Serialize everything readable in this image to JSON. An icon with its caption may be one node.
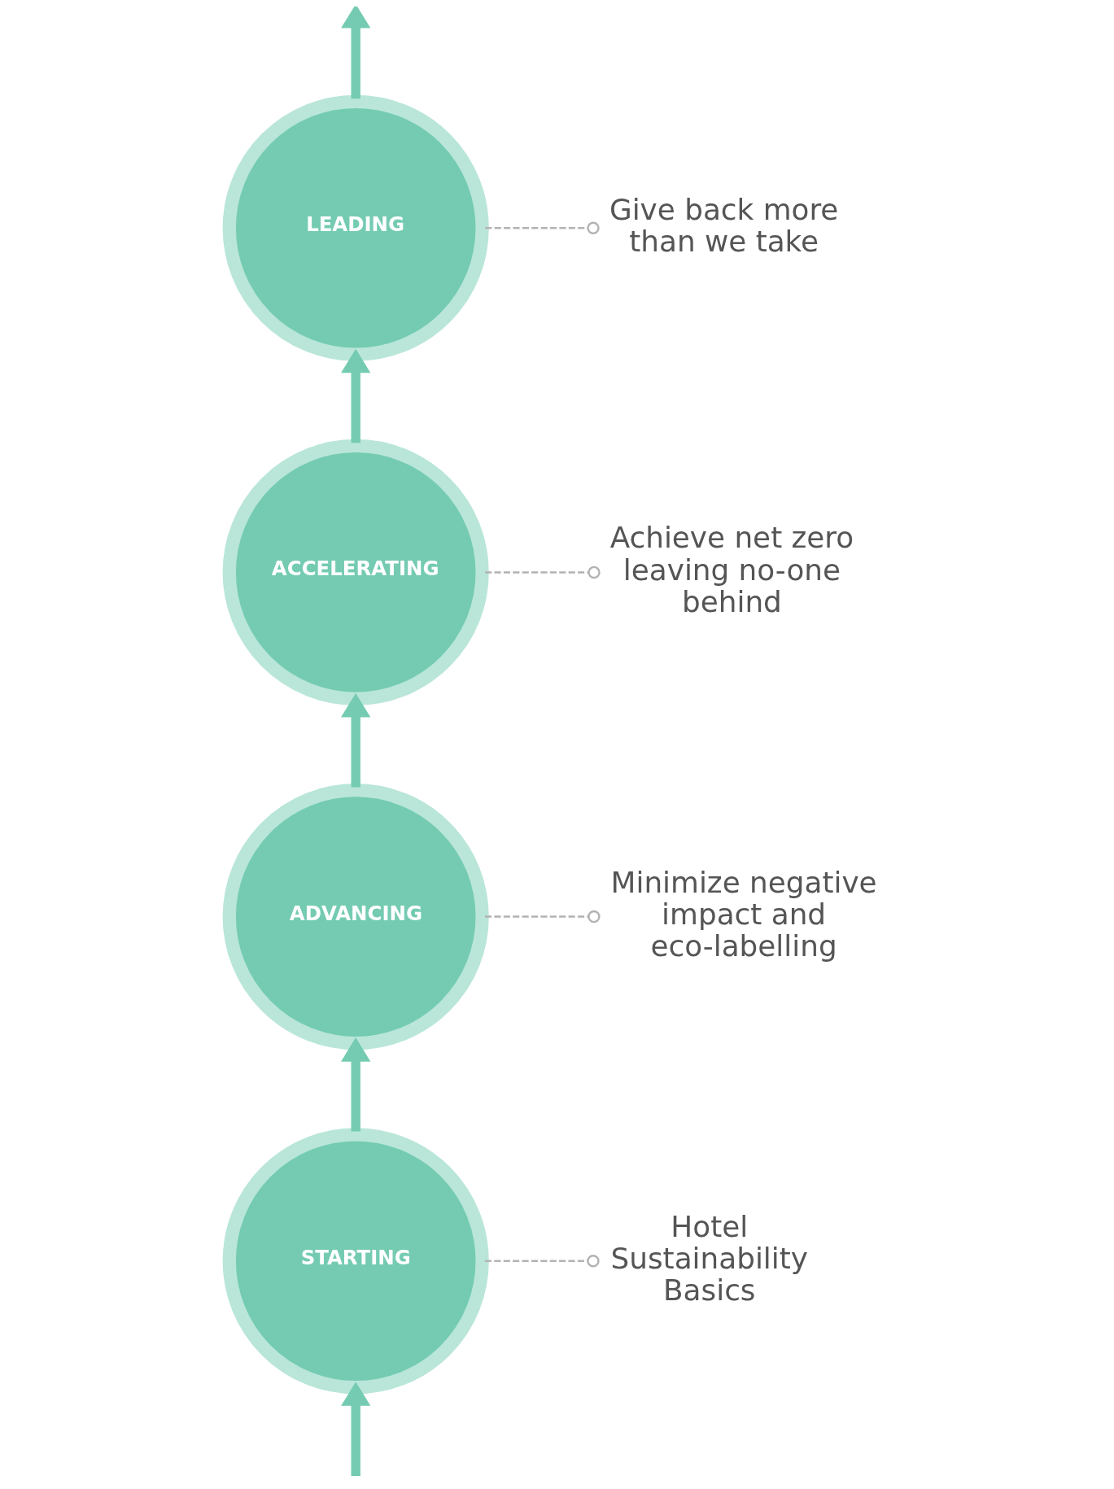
{
  "diagram": {
    "nodes": [
      {
        "text": [
          "LEADING"
        ]
      },
      {
        "text": [
          "Give back more than we take"
        ]
      },
      {
        "text": [
          "Achieve net zero leaving no-one behind"
        ]
      },
      {
        "text": [
          "ACCELERATING"
        ]
      },
      {
        "text": [
          "ADVANCING"
        ]
      },
      {
        "text": [
          "Minimize negative impact and eco-labelling"
        ]
      },
      {
        "text": [
          "Hotel Sustainability Basics"
        ]
      },
      {
        "text": [
          "STARTING"
        ]
      }
    ],
    "edges": [
      {
        "from": null,
        "to": 7,
        "arrow": "to"
      },
      {
        "from": 7,
        "to": 4,
        "arrow": "to"
      },
      {
        "from": 4,
        "to": 3,
        "arrow": "to"
      },
      {
        "from": 3,
        "to": 0,
        "arrow": "to"
      },
      {
        "from": 0,
        "to": null,
        "arrow": "to"
      },
      {
        "from": 0,
        "to": 1,
        "arrow": "other",
        "style": "dashed",
        "color": "#b3b3b3"
      },
      {
        "from": 3,
        "to": 2,
        "arrow": "other",
        "style": "dashed",
        "color": "#b3b3b3"
      },
      {
        "from": 4,
        "to": 5,
        "arrow": "other",
        "style": "dashed",
        "color": "#b3b3b3"
      },
      {
        "from": 7,
        "to": 6,
        "arrow": "other",
        "style": "dashed",
        "color": "#b3b3b3"
      }
    ]
  }
}
